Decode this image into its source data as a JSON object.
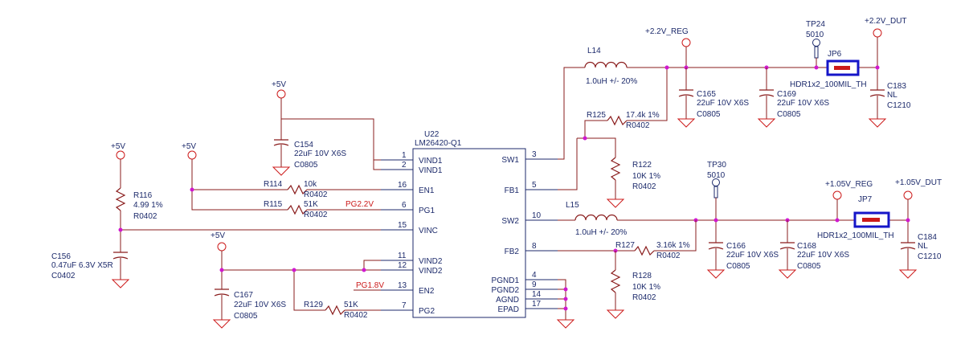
{
  "ic": {
    "ref": "U22",
    "part": "LM26420-Q1",
    "pins_left": [
      {
        "num": "1",
        "name": "VIND1"
      },
      {
        "num": "2",
        "name": "VIND1"
      },
      {
        "num": "16",
        "name": "EN1"
      },
      {
        "num": "6",
        "name": "PG1"
      },
      {
        "num": "15",
        "name": "VINC"
      },
      {
        "num": "11",
        "name": "VIND2"
      },
      {
        "num": "12",
        "name": "VIND2"
      },
      {
        "num": "13",
        "name": "EN2"
      },
      {
        "num": "7",
        "name": "PG2"
      }
    ],
    "pins_right": [
      {
        "num": "3",
        "name": "SW1"
      },
      {
        "num": "5",
        "name": "FB1"
      },
      {
        "num": "10",
        "name": "SW2"
      },
      {
        "num": "8",
        "name": "FB2"
      },
      {
        "num": "4",
        "name": "PGND1"
      },
      {
        "num": "9",
        "name": "PGND2"
      },
      {
        "num": "14",
        "name": "AGND"
      },
      {
        "num": "17",
        "name": "EPAD"
      }
    ]
  },
  "power": {
    "p5_c154": "+5V",
    "p5_r116": "+5V",
    "p5_r115": "+5V",
    "p5_c167": "+5V",
    "reg22": "+2.2V_REG",
    "out22": "+2.2V_DUT",
    "reg105": "+1.05V_REG",
    "out105": "+1.05V_DUT"
  },
  "nets": {
    "pg22": "PG2.2V",
    "pg18": "PG1.8V"
  },
  "components": {
    "c154": {
      "ref": "C154",
      "value": "22uF 10V X6S",
      "pkg": "C0805"
    },
    "c156": {
      "ref": "C156",
      "value": "0.47uF 6.3V X5R",
      "pkg": "C0402"
    },
    "c167": {
      "ref": "C167",
      "value": "22uF 10V X6S",
      "pkg": "C0805"
    },
    "r116": {
      "ref": "R116",
      "value": "4.99 1%",
      "pkg": "R0402"
    },
    "r114": {
      "ref": "R114",
      "value": "10k",
      "pkg": "R0402"
    },
    "r115": {
      "ref": "R115",
      "value": "51K",
      "pkg": "R0402"
    },
    "r129": {
      "ref": "R129",
      "value": "51K",
      "pkg": "R0402"
    },
    "l14": {
      "ref": "L14",
      "value": "1.0uH +/- 20%"
    },
    "l15": {
      "ref": "L15",
      "value": "1.0uH +/- 20%"
    },
    "r125": {
      "ref": "R125",
      "value": "17.4k 1%",
      "pkg": "R0402"
    },
    "r122": {
      "ref": "R122",
      "value": "10K 1%",
      "pkg": "R0402"
    },
    "r127": {
      "ref": "R127",
      "value": "3.16k 1%",
      "pkg": "R0402"
    },
    "r128": {
      "ref": "R128",
      "value": "10K 1%",
      "pkg": "R0402"
    },
    "c165": {
      "ref": "C165",
      "value": "22uF 10V X6S",
      "pkg": "C0805"
    },
    "c169": {
      "ref": "C169",
      "value": "22uF 10V X6S",
      "pkg": "C0805"
    },
    "c183": {
      "ref": "C183",
      "value": "NL",
      "pkg": "C1210"
    },
    "c166": {
      "ref": "C166",
      "value": "22uF 10V X6S",
      "pkg": "C0805"
    },
    "c168": {
      "ref": "C168",
      "value": "22uF 10V X6S",
      "pkg": "C0805"
    },
    "c184": {
      "ref": "C184",
      "value": "NL",
      "pkg": "C1210"
    },
    "tp24": {
      "ref": "TP24",
      "value": "5010"
    },
    "tp30": {
      "ref": "TP30",
      "value": "5010"
    },
    "jp6": {
      "ref": "JP6",
      "value": "HDR1x2_100MIL_TH"
    },
    "jp7": {
      "ref": "JP7",
      "value": "HDR1x2_100MIL_TH"
    }
  }
}
